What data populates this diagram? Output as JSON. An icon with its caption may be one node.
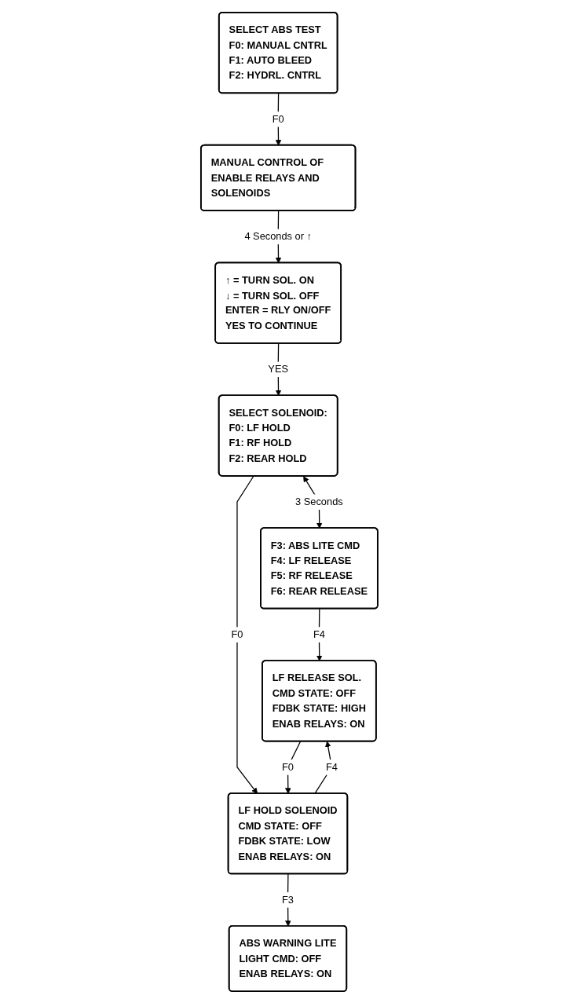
{
  "diagram": {
    "nodes": [
      {
        "text": [
          "SELECT ABS TEST",
          "F0: MANUAL CNTRL",
          "F1: AUTO BLEED",
          "F2: HYDRL. CNTRL"
        ]
      },
      {
        "text": [
          "MANUAL CONTROL OF ENABLE RELAYS AND SOLENOIDS"
        ]
      },
      {
        "text": [
          "↑ = TURN SOL. ON",
          "↓ = TURN SOL. OFF",
          "ENTER = RLY ON/OFF",
          "YES TO CONTINUE"
        ]
      },
      {
        "text": [
          "SELECT SOLENOID:",
          "F0: LF HOLD",
          "F1: RF HOLD",
          "F2: REAR HOLD"
        ]
      },
      {
        "text": [
          "F3: ABS LITE CMD",
          "F4: LF RELEASE",
          "F5: RF RELEASE",
          "F6: REAR RELEASE"
        ]
      },
      {
        "text": [
          "LF HOLD SOLENOID",
          "CMD STATE: OFF",
          "FDBK STATE: LOW",
          "ENAB RELAYS: ON"
        ]
      },
      {
        "text": [
          "LF RELEASE SOL.",
          "CMD STATE: OFF",
          "FDBK STATE: HIGH",
          "ENAB RELAYS: ON"
        ]
      },
      {
        "text": [
          "ABS WARNING LITE",
          "LIGHT CMD: OFF",
          "ENAB RELAYS: ON"
        ]
      }
    ],
    "edges": [
      {
        "from": 0,
        "to": 1,
        "arrow": "to",
        "label": "F0"
      },
      {
        "from": 1,
        "to": 2,
        "arrow": "to",
        "label": "4 Seconds or ↑"
      },
      {
        "from": 2,
        "to": 3,
        "arrow": "to",
        "label": "YES"
      },
      {
        "from": 3,
        "to": 4,
        "arrow": "both",
        "label": "3 Seconds"
      },
      {
        "from": 3,
        "to": 5,
        "arrow": "to",
        "label": "F0"
      },
      {
        "from": 4,
        "to": 6,
        "arrow": "to",
        "label": "F4"
      },
      {
        "from": 6,
        "to": 5,
        "arrow": "to",
        "label": "F0"
      },
      {
        "from": 5,
        "to": 6,
        "arrow": "to",
        "label": "F4"
      },
      {
        "from": 5,
        "to": 7,
        "arrow": "to",
        "label": "F3"
      }
    ]
  }
}
